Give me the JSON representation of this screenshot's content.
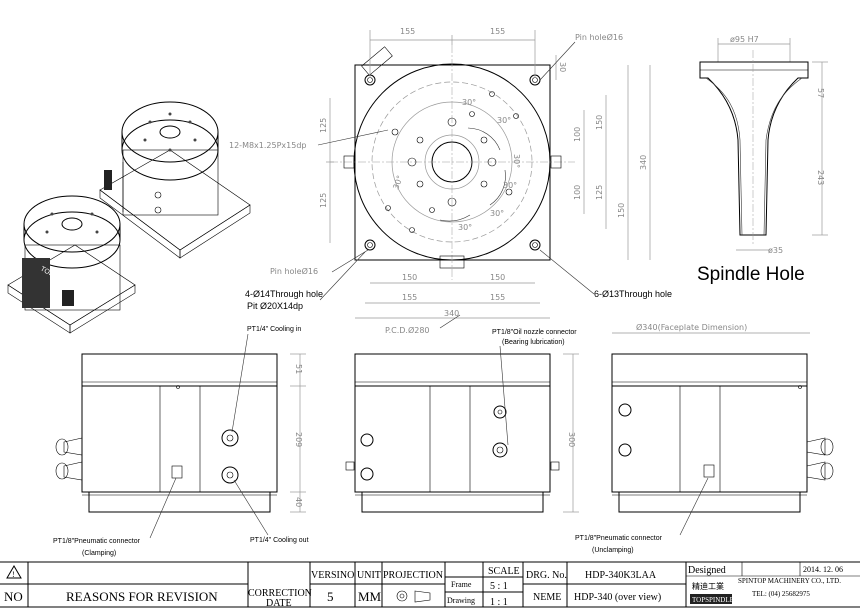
{
  "top_view": {
    "dims_top": [
      "155",
      "155"
    ],
    "dim_right_top": "30",
    "pin_hole_label": "Pin holeØ16",
    "thread_label": "12-M8x1.25Px15dp",
    "dims_left": [
      "125",
      "125"
    ],
    "dims_right_inner": [
      "100",
      "150",
      "100",
      "125",
      "150"
    ],
    "dim_right_outer": "340",
    "angle_labels": [
      "30°",
      "30°",
      "30°",
      "30°",
      "30°",
      "30°",
      "30°"
    ],
    "pin_hole_label_2": "Pin holeØ16",
    "dims_bottom_a": [
      "150",
      "150"
    ],
    "dims_bottom_b": [
      "155",
      "155"
    ],
    "dim_bottom_total": "340",
    "through_hole_left": "4-Ø14Through hole",
    "pit_label": "Pit Ø20X14dp",
    "through_hole_right": "6-Ø13Through hole",
    "pcd_label": "P.C.D.Ø280"
  },
  "spindle": {
    "dim_top": "ø95 H7",
    "dim_right_1": "57",
    "dim_right_2": "243",
    "dim_bottom": "ø35",
    "title": "Spindle Hole"
  },
  "elevations": {
    "cooling_in": "PT1/4\" Cooling in",
    "dim_51": "51",
    "dim_209": "209",
    "dim_40": "40",
    "pneumatic_clamp_1": "PT1/8\"Pneumatic connector",
    "pneumatic_clamp_2": "(Clamping)",
    "cooling_out": "PT1/4\" Cooling out",
    "oil_nozzle_1": "PT1/8\"Oil nozzle connector",
    "oil_nozzle_2": "(Bearing lubrication)",
    "dim_300": "300",
    "faceplate": "Ø340(Faceplate Dimension)",
    "pneumatic_unclamp_1": "PT1/8\"Pneumatic connector",
    "pneumatic_unclamp_2": "(Unclamping)"
  },
  "title_block": {
    "no": "NO",
    "reasons": "REASONS FOR REVISION",
    "correction_date_1": "CORRECTION",
    "correction_date_2": "DATE",
    "versino": "VERSINO",
    "versino_value": "5",
    "unit": "UNIT",
    "unit_value": "MM",
    "projection": "PROJECTION",
    "frame": "Frame",
    "drawing": "Drawing",
    "scale": "SCALE",
    "scale_frame": "5 : 1",
    "scale_drawing": "1 : 1",
    "drg_no_label": "DRG. No.",
    "drg_no": "HDP-340K3LAA",
    "neme_label": "NEME",
    "neme": "HDP-340 (over view)",
    "designed": "Designed",
    "date": "2014. 12. 06",
    "company": "SPINTOP MACHINERY CO., LTD.",
    "company_cn": "精迪工業",
    "brand": "TOPSPINDLE",
    "tel": "TEL: (04) 25682975"
  }
}
